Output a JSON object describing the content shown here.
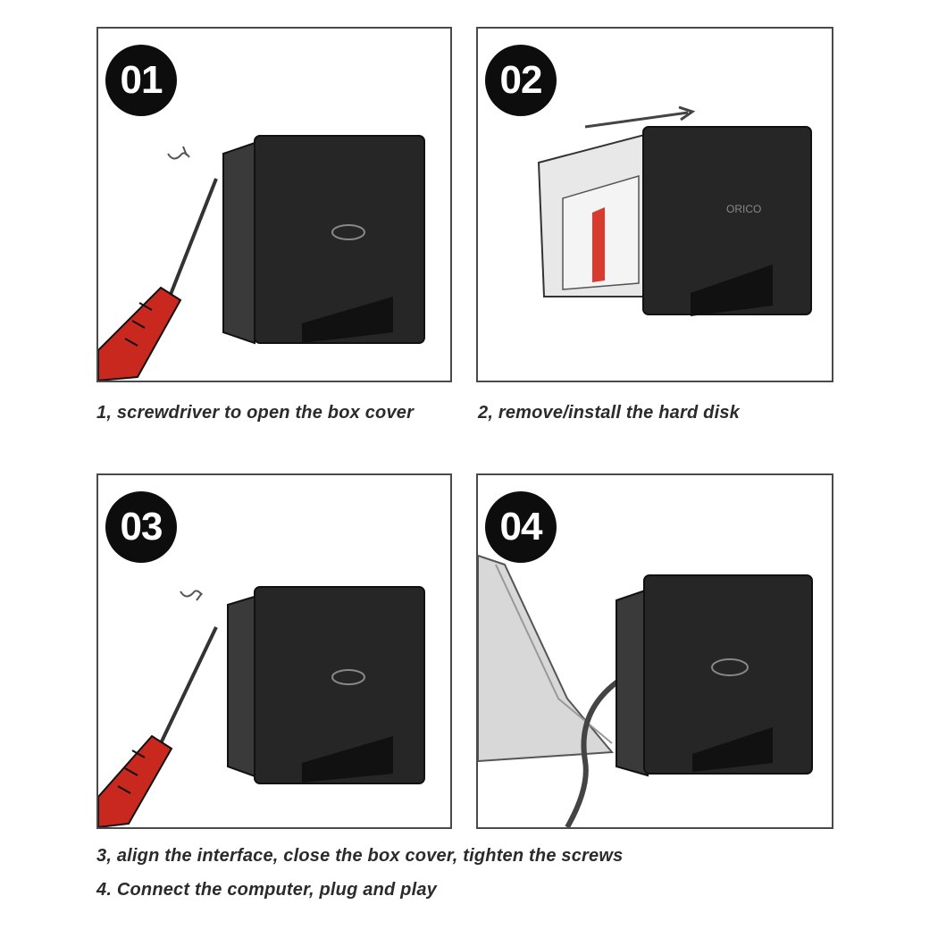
{
  "steps": [
    {
      "number": "01",
      "caption": "1, screwdriver to open the box cover"
    },
    {
      "number": "02",
      "caption": "2, remove/install the hard disk"
    },
    {
      "number": "03",
      "caption": "3, align the interface, close the box cover, tighten the screws"
    },
    {
      "number": "04",
      "caption": "4.   Connect the computer, plug and play"
    }
  ],
  "colors": {
    "badge": "#0d0d0d",
    "enclosure": "#262626",
    "screwdriver_handle": "#c8281e",
    "drive_label": "#d83a2e"
  },
  "icons": [
    "screwdriver-icon",
    "hard-drive-enclosure-icon",
    "screw-icon",
    "usb-cable-icon",
    "monitor-icon"
  ]
}
